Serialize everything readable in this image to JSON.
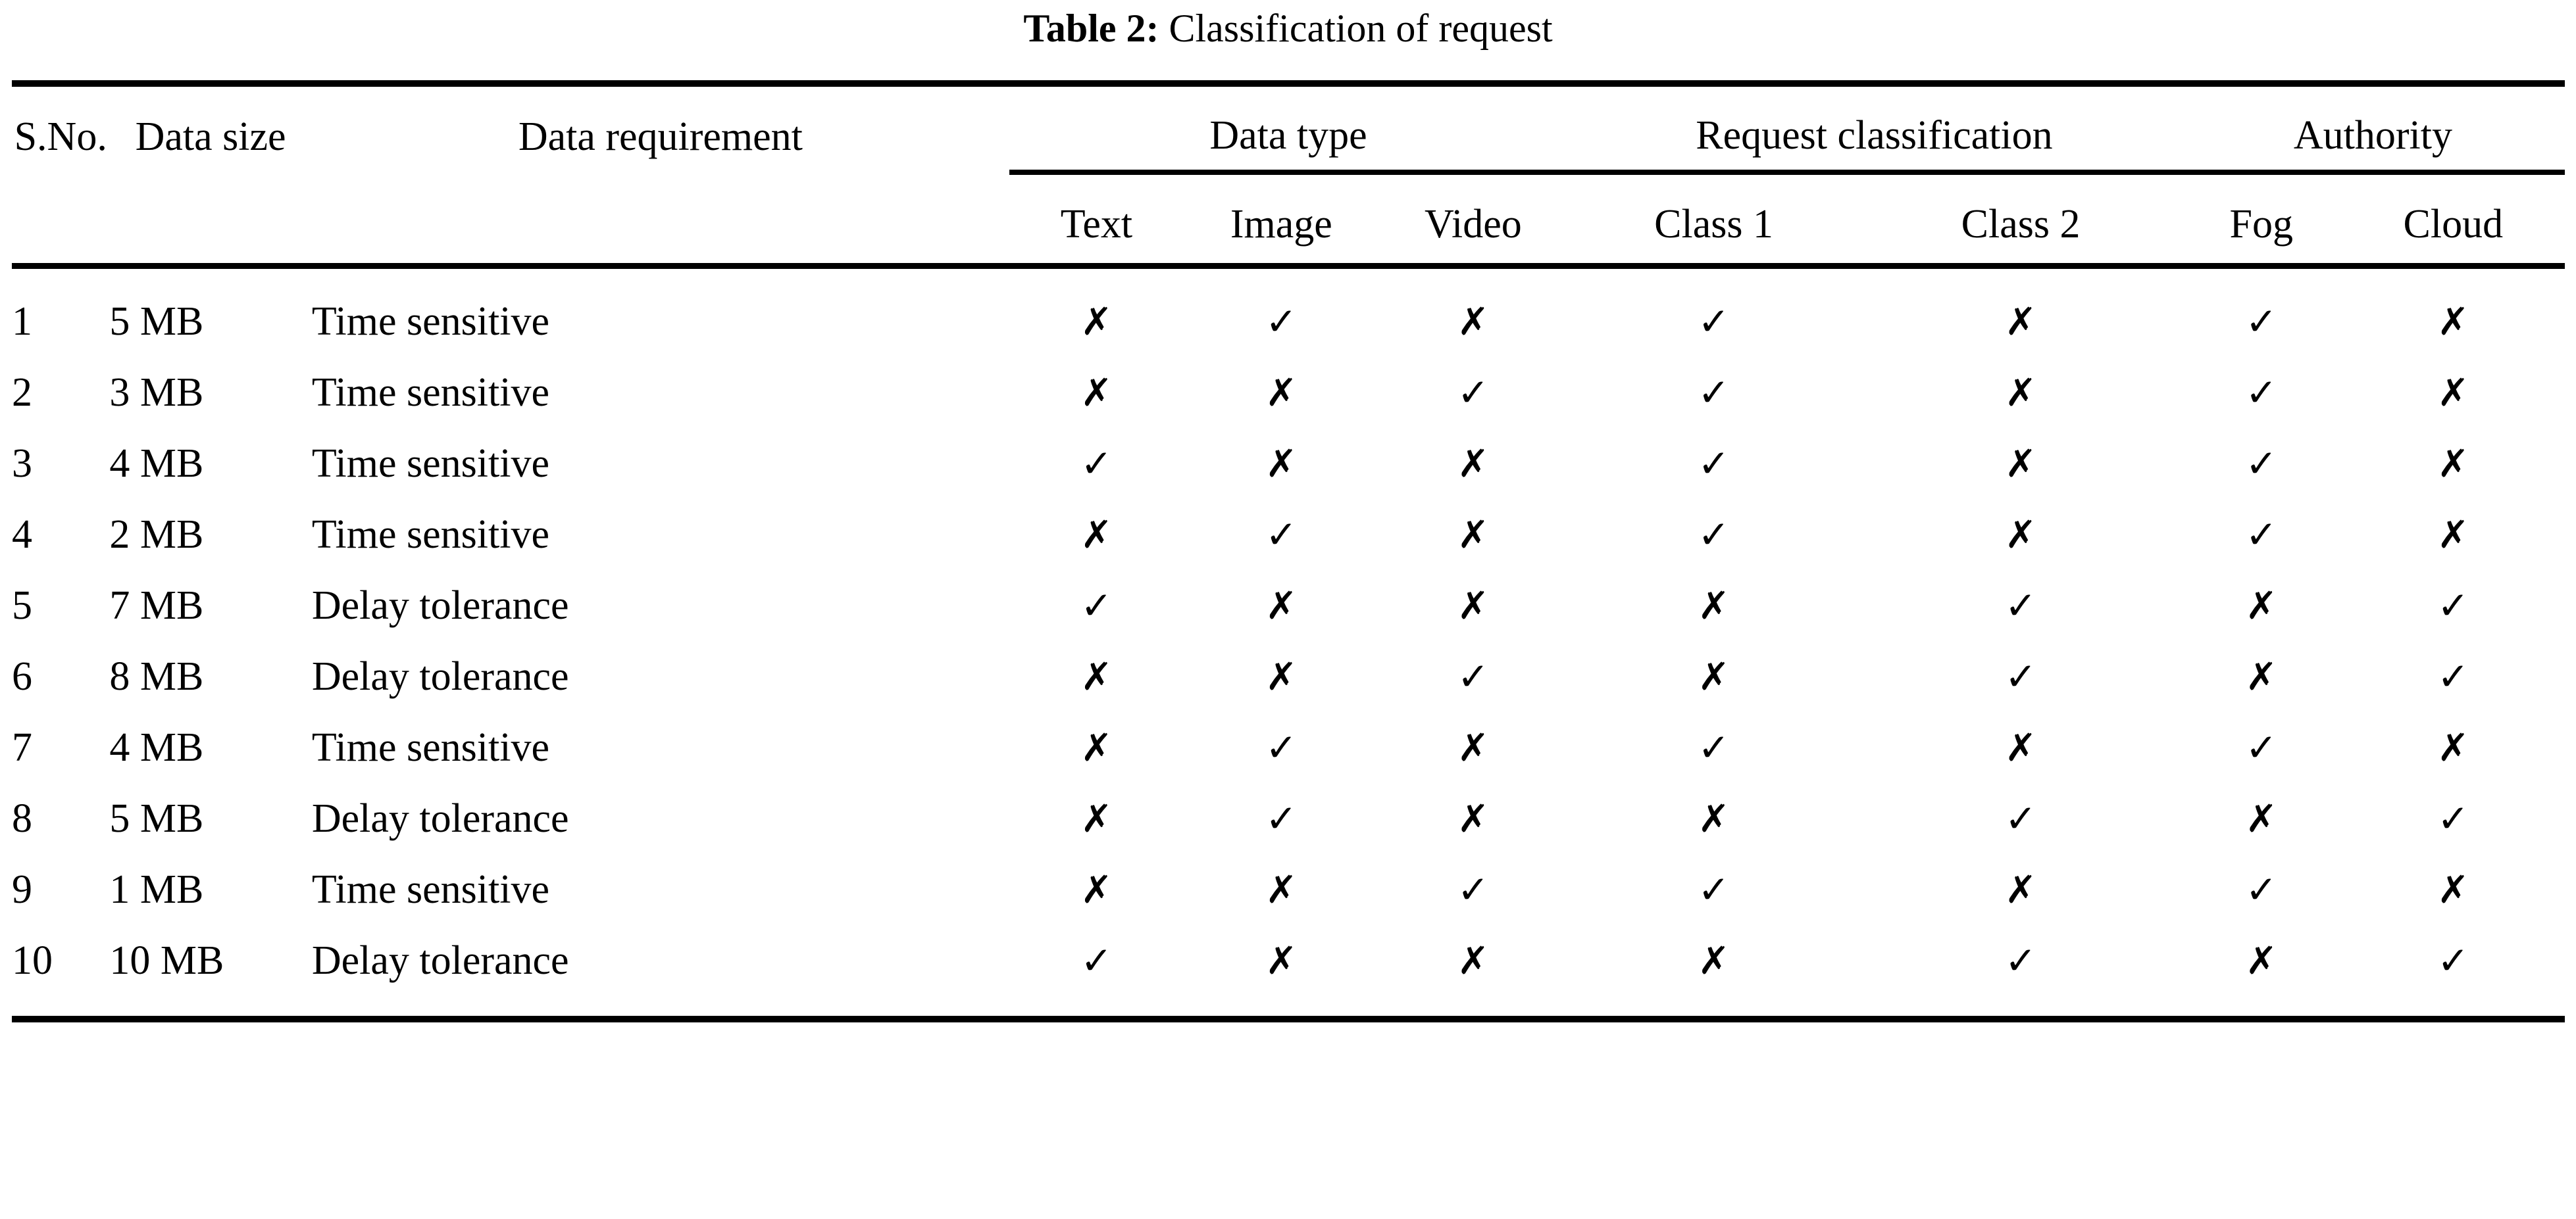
{
  "caption": {
    "label": "Table 2:",
    "text": "Classification of request"
  },
  "table": {
    "group_headers": {
      "sno": "S.No.",
      "data_size": "Data size",
      "data_requirement": "Data requirement",
      "data_type": "Data type",
      "request_classification": "Request classification",
      "authority": "Authority"
    },
    "leaf_headers": {
      "text": "Text",
      "image": "Image",
      "video": "Video",
      "class1": "Class 1",
      "class2": "Class 2",
      "fog": "Fog",
      "cloud": "Cloud"
    },
    "marks": {
      "check": "✓",
      "cross": "✗"
    },
    "rows": [
      {
        "sno": "1",
        "data_size": "5 MB",
        "data_requirement": "Time sensitive",
        "text": "✗",
        "image": "✓",
        "video": "✗",
        "class1": "✓",
        "class2": "✗",
        "fog": "✓",
        "cloud": "✗"
      },
      {
        "sno": "2",
        "data_size": "3 MB",
        "data_requirement": "Time sensitive",
        "text": "✗",
        "image": "✗",
        "video": "✓",
        "class1": "✓",
        "class2": "✗",
        "fog": "✓",
        "cloud": "✗"
      },
      {
        "sno": "3",
        "data_size": "4 MB",
        "data_requirement": "Time sensitive",
        "text": "✓",
        "image": "✗",
        "video": "✗",
        "class1": "✓",
        "class2": "✗",
        "fog": "✓",
        "cloud": "✗"
      },
      {
        "sno": "4",
        "data_size": "2 MB",
        "data_requirement": "Time sensitive",
        "text": "✗",
        "image": "✓",
        "video": "✗",
        "class1": "✓",
        "class2": "✗",
        "fog": "✓",
        "cloud": "✗"
      },
      {
        "sno": "5",
        "data_size": "7 MB",
        "data_requirement": "Delay tolerance",
        "text": "✓",
        "image": "✗",
        "video": "✗",
        "class1": "✗",
        "class2": "✓",
        "fog": "✗",
        "cloud": "✓"
      },
      {
        "sno": "6",
        "data_size": "8 MB",
        "data_requirement": "Delay tolerance",
        "text": "✗",
        "image": "✗",
        "video": "✓",
        "class1": "✗",
        "class2": "✓",
        "fog": "✗",
        "cloud": "✓"
      },
      {
        "sno": "7",
        "data_size": "4 MB",
        "data_requirement": "Time sensitive",
        "text": "✗",
        "image": "✓",
        "video": "✗",
        "class1": "✓",
        "class2": "✗",
        "fog": "✓",
        "cloud": "✗"
      },
      {
        "sno": "8",
        "data_size": "5 MB",
        "data_requirement": "Delay tolerance",
        "text": "✗",
        "image": "✓",
        "video": "✗",
        "class1": "✗",
        "class2": "✓",
        "fog": "✗",
        "cloud": "✓"
      },
      {
        "sno": "9",
        "data_size": "1 MB",
        "data_requirement": "Time sensitive",
        "text": "✗",
        "image": "✗",
        "video": "✓",
        "class1": "✓",
        "class2": "✗",
        "fog": "✓",
        "cloud": "✗"
      },
      {
        "sno": "10",
        "data_size": "10 MB",
        "data_requirement": "Delay tolerance",
        "text": "✓",
        "image": "✗",
        "video": "✗",
        "class1": "✗",
        "class2": "✓",
        "fog": "✗",
        "cloud": "✓"
      }
    ]
  },
  "colors": {
    "background": "#ffffff",
    "text": "#000000",
    "rule": "#000000"
  }
}
